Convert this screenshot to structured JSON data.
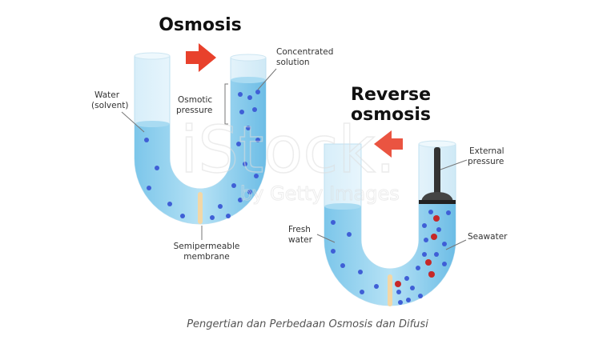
{
  "figure": {
    "osmosis": {
      "title": "Osmosis",
      "labels": {
        "water": [
          "Water",
          "(solvent)"
        ],
        "concentrated": [
          "Concentrated",
          "solution"
        ],
        "osmotic_pressure": [
          "Osmotic",
          "pressure"
        ],
        "membrane": [
          "Semipermeable",
          "membrane"
        ]
      }
    },
    "reverse": {
      "title": [
        "Reverse",
        "osmosis"
      ],
      "labels": {
        "external_pressure": [
          "External",
          "pressure"
        ],
        "fresh_water": [
          "Fresh",
          "water"
        ],
        "seawater": "Seawater"
      }
    },
    "watermark": [
      "iStock.",
      "by Getty Images"
    ],
    "colors": {
      "arrow": "#e8412c",
      "water": "#8fd0ee",
      "solute": "#3f5fd6",
      "salt": "#c62828",
      "membrane": "#f3d7a6"
    }
  },
  "caption": "Pengertian dan Perbedaan Osmosis dan Difusi"
}
